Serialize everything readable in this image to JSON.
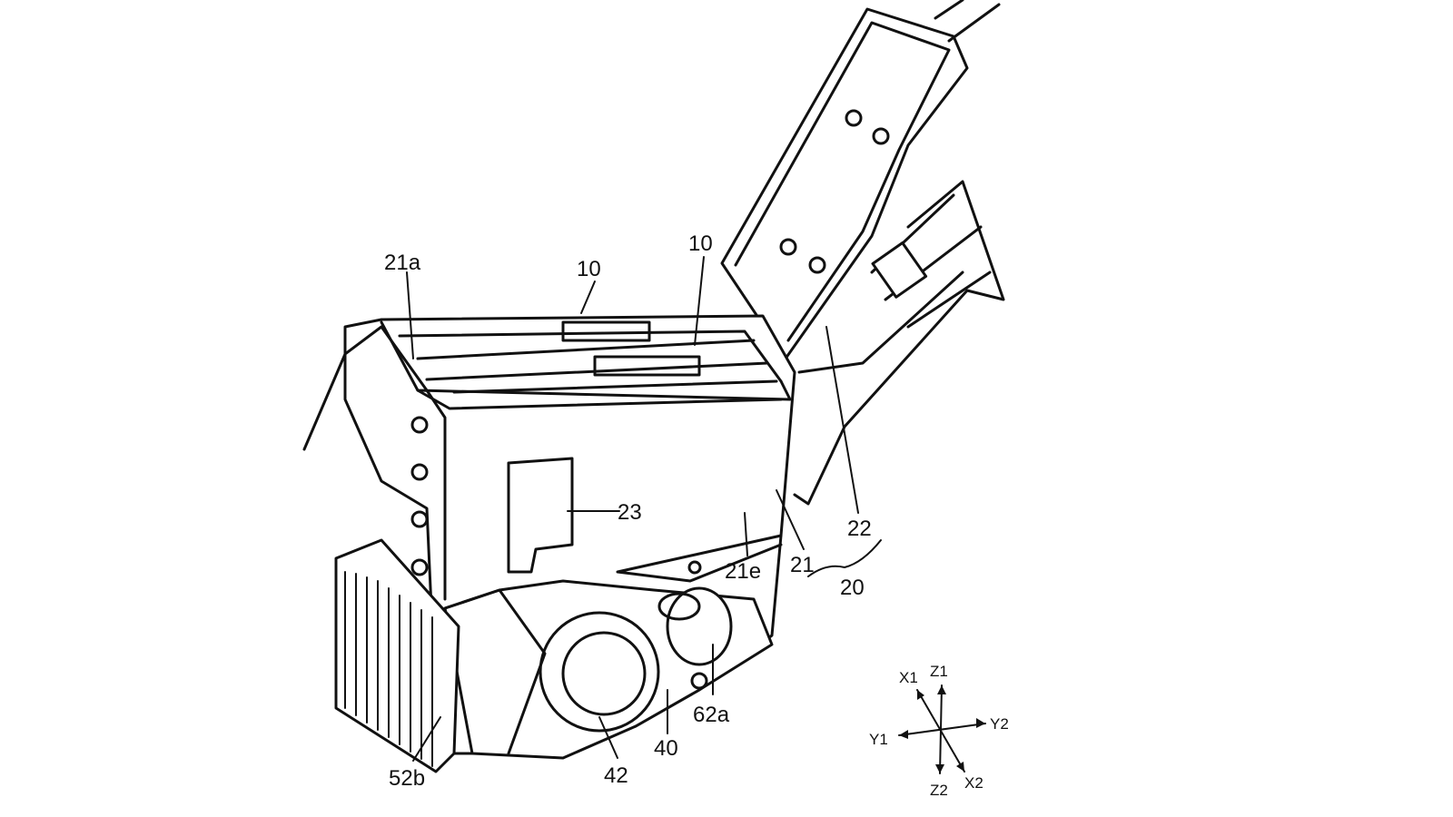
{
  "figure": {
    "labels": {
      "l21a": "21a",
      "l10a": "10",
      "l10b": "10",
      "l23": "23",
      "l22": "22",
      "l21": "21",
      "l20": "20",
      "l21e": "21e",
      "l62a": "62a",
      "l40": "40",
      "l42": "42",
      "l52b": "52b"
    },
    "axes": {
      "x1": "X1",
      "x2": "X2",
      "y1": "Y1",
      "y2": "Y2",
      "z1": "Z1",
      "z2": "Z2"
    }
  }
}
